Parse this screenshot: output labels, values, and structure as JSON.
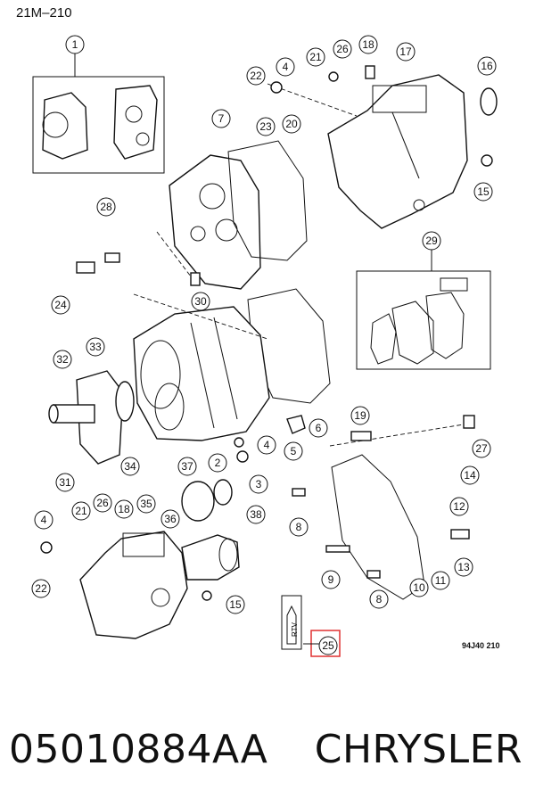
{
  "figure": {
    "code": "21M–210",
    "drawing_ref": "94J40 210",
    "highlighted_callout": "25",
    "highlight_color": "#e03030",
    "rtv_label": "RTV"
  },
  "caption": {
    "part_number": "05010884AA",
    "brand": "CHRYSLER"
  },
  "callouts": [
    {
      "label": "1"
    },
    {
      "label": "22"
    },
    {
      "label": "4"
    },
    {
      "label": "21"
    },
    {
      "label": "26"
    },
    {
      "label": "18"
    },
    {
      "label": "17"
    },
    {
      "label": "16"
    },
    {
      "label": "7"
    },
    {
      "label": "23"
    },
    {
      "label": "20"
    },
    {
      "label": "15"
    },
    {
      "label": "28"
    },
    {
      "label": "29"
    },
    {
      "label": "24"
    },
    {
      "label": "30"
    },
    {
      "label": "33"
    },
    {
      "label": "32"
    },
    {
      "label": "6"
    },
    {
      "label": "19"
    },
    {
      "label": "4"
    },
    {
      "label": "5"
    },
    {
      "label": "2"
    },
    {
      "label": "3"
    },
    {
      "label": "27"
    },
    {
      "label": "31"
    },
    {
      "label": "34"
    },
    {
      "label": "37"
    },
    {
      "label": "14"
    },
    {
      "label": "26"
    },
    {
      "label": "35"
    },
    {
      "label": "4"
    },
    {
      "label": "21"
    },
    {
      "label": "18"
    },
    {
      "label": "36"
    },
    {
      "label": "38"
    },
    {
      "label": "8"
    },
    {
      "label": "12"
    },
    {
      "label": "22"
    },
    {
      "label": "9"
    },
    {
      "label": "10"
    },
    {
      "label": "11"
    },
    {
      "label": "13"
    },
    {
      "label": "8"
    },
    {
      "label": "15"
    },
    {
      "label": "25"
    }
  ]
}
